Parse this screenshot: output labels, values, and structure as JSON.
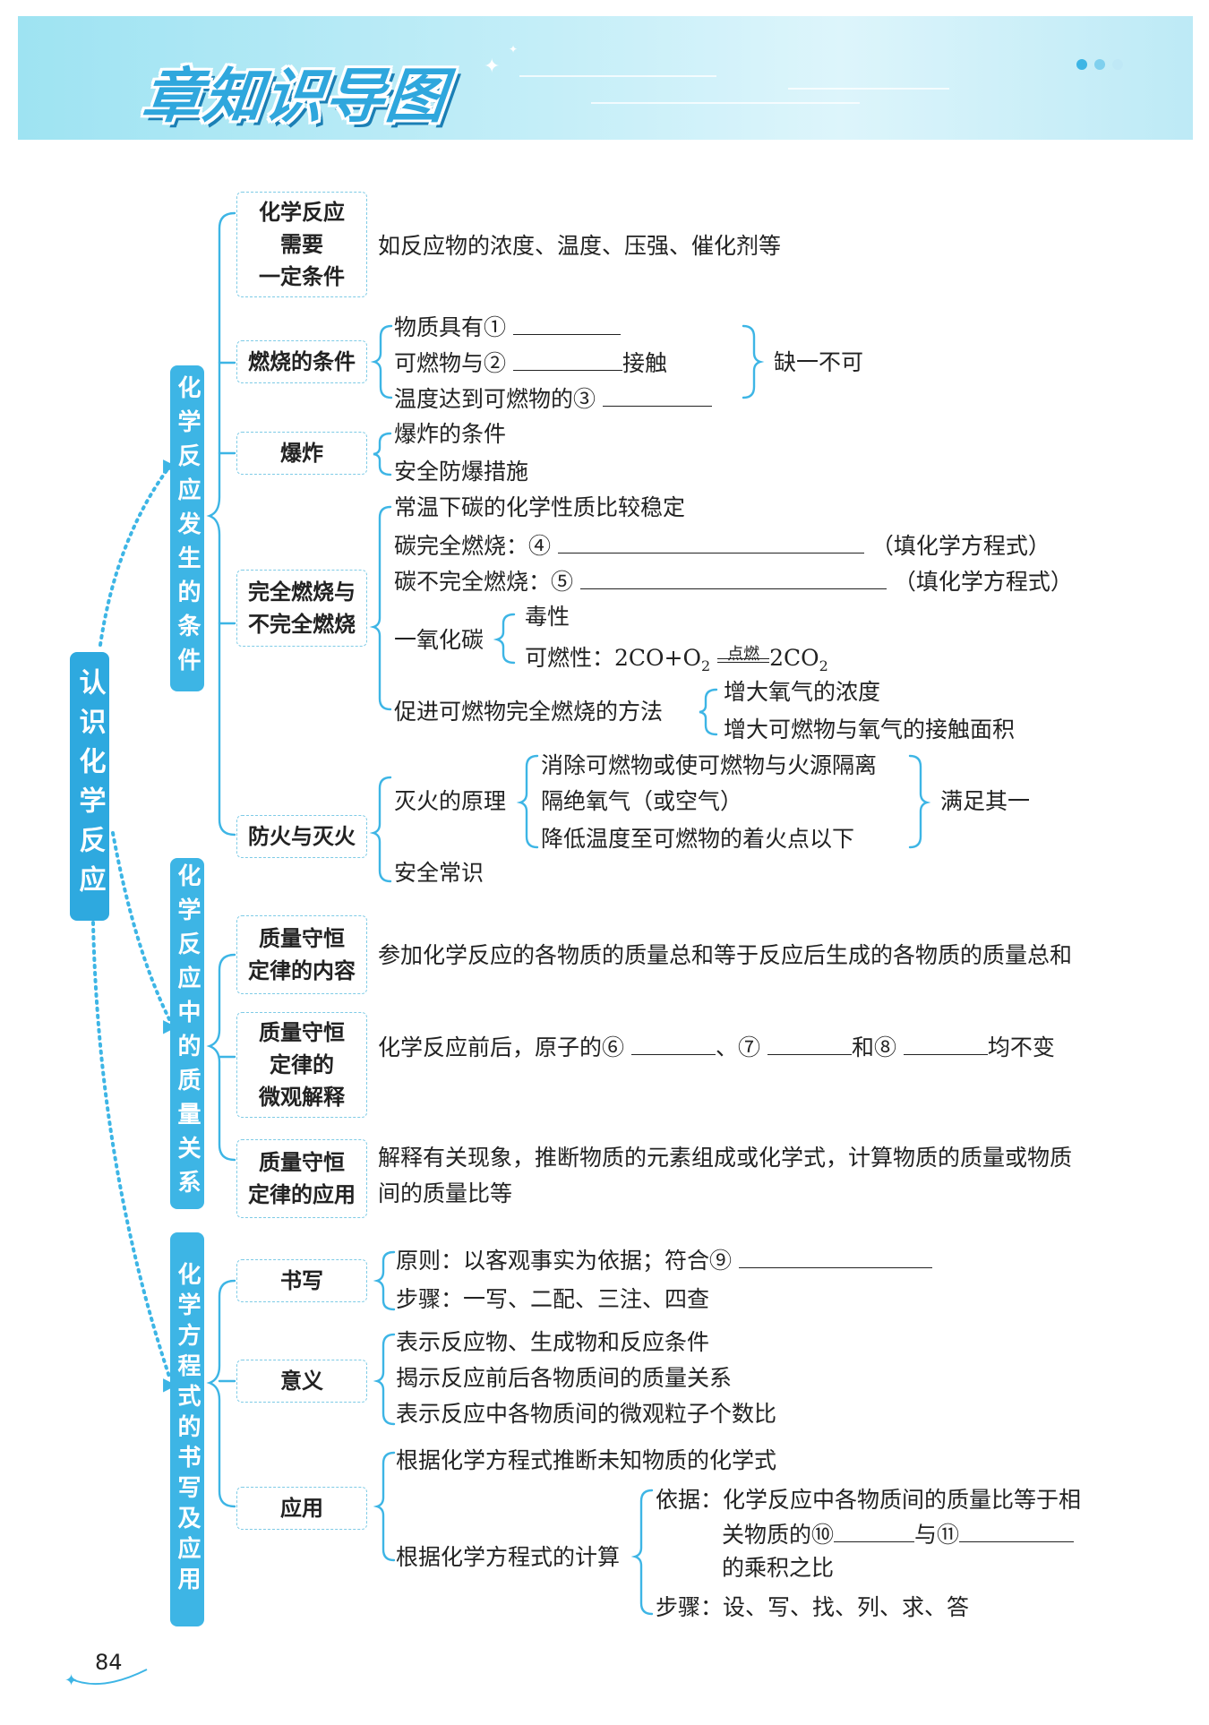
{
  "header": {
    "title": "章知识导图",
    "accent_color": "#2fa7dd",
    "dot_colors": [
      "#3db5e5",
      "#7fd0ee",
      "#bfe8f6"
    ]
  },
  "root": {
    "label": "认识化学反应"
  },
  "sections": [
    {
      "label": "化学反应发生的条件",
      "topics": [
        {
          "label_lines": [
            "化学反应",
            "需要",
            "一定条件"
          ],
          "content": "如反应物的浓度、温度、压强、催化剂等"
        },
        {
          "label": "燃烧的条件",
          "items": [
            "物质具有①",
            "可燃物与②",
            "接触",
            "温度达到可燃物的③"
          ],
          "summary": "缺一不可"
        },
        {
          "label": "爆炸",
          "items": [
            "爆炸的条件",
            "安全防爆措施"
          ]
        },
        {
          "label_lines": [
            "完全燃烧与",
            "不完全燃烧"
          ],
          "stable": "常温下碳的化学性质比较稳定",
          "complete": "碳完全燃烧：④",
          "incomplete": "碳不完全燃烧：⑤",
          "fill_hint": "（填化学方程式）",
          "co": {
            "label": "一氧化碳",
            "toxic": "毒性",
            "flammable": "可燃性：2CO+O",
            "subscript_2": "2",
            "condition": "点燃",
            "product": "2CO"
          },
          "promote": {
            "label": "促进可燃物完全燃烧的方法",
            "items": [
              "增大氧气的浓度",
              "增大可燃物与氧气的接触面积"
            ]
          }
        },
        {
          "label": "防火与灭火",
          "principle": {
            "label": "灭火的原理",
            "items": [
              "消除可燃物或使可燃物与火源隔离",
              "隔绝氧气（或空气）",
              "降低温度至可燃物的着火点以下"
            ],
            "summary": "满足其一"
          },
          "safety": "安全常识"
        }
      ]
    },
    {
      "label": "化学反应中的质量关系",
      "topics": [
        {
          "label_lines": [
            "质量守恒",
            "定律的内容"
          ],
          "content": "参加化学反应的各物质的质量总和等于反应后生成的各物质的质量总和"
        },
        {
          "label_lines": [
            "质量守恒",
            "定律的",
            "微观解释"
          ],
          "content_parts": [
            "化学反应前后，原子的⑥",
            "、⑦",
            "和⑧",
            "均不变"
          ]
        },
        {
          "label_lines": [
            "质量守恒",
            "定律的应用"
          ],
          "content_lines": [
            "解释有关现象，推断物质的元素组成或化学式，计算物质的质量或物质",
            "间的质量比等"
          ]
        }
      ]
    },
    {
      "label": "化学方程式的书写及应用",
      "topics": [
        {
          "label": "书写",
          "items": [
            "原则：以客观事实为依据；符合⑨",
            "步骤：一写、二配、三注、四查"
          ]
        },
        {
          "label": "意义",
          "items": [
            "表示反应物、生成物和反应条件",
            "揭示反应前后各物质间的质量关系",
            "表示反应中各物质间的微观粒子个数比"
          ]
        },
        {
          "label": "应用",
          "infer": "根据化学方程式推断未知物质的化学式",
          "calc": {
            "label": "根据化学方程式的计算",
            "basis_lines": [
              "依据：化学反应中各物质间的质量比等于相",
              "关物质的⑩",
              "与⑪",
              "的乘积之比"
            ],
            "steps": "步骤：设、写、找、列、求、答"
          }
        }
      ]
    }
  ],
  "page_number": "84"
}
